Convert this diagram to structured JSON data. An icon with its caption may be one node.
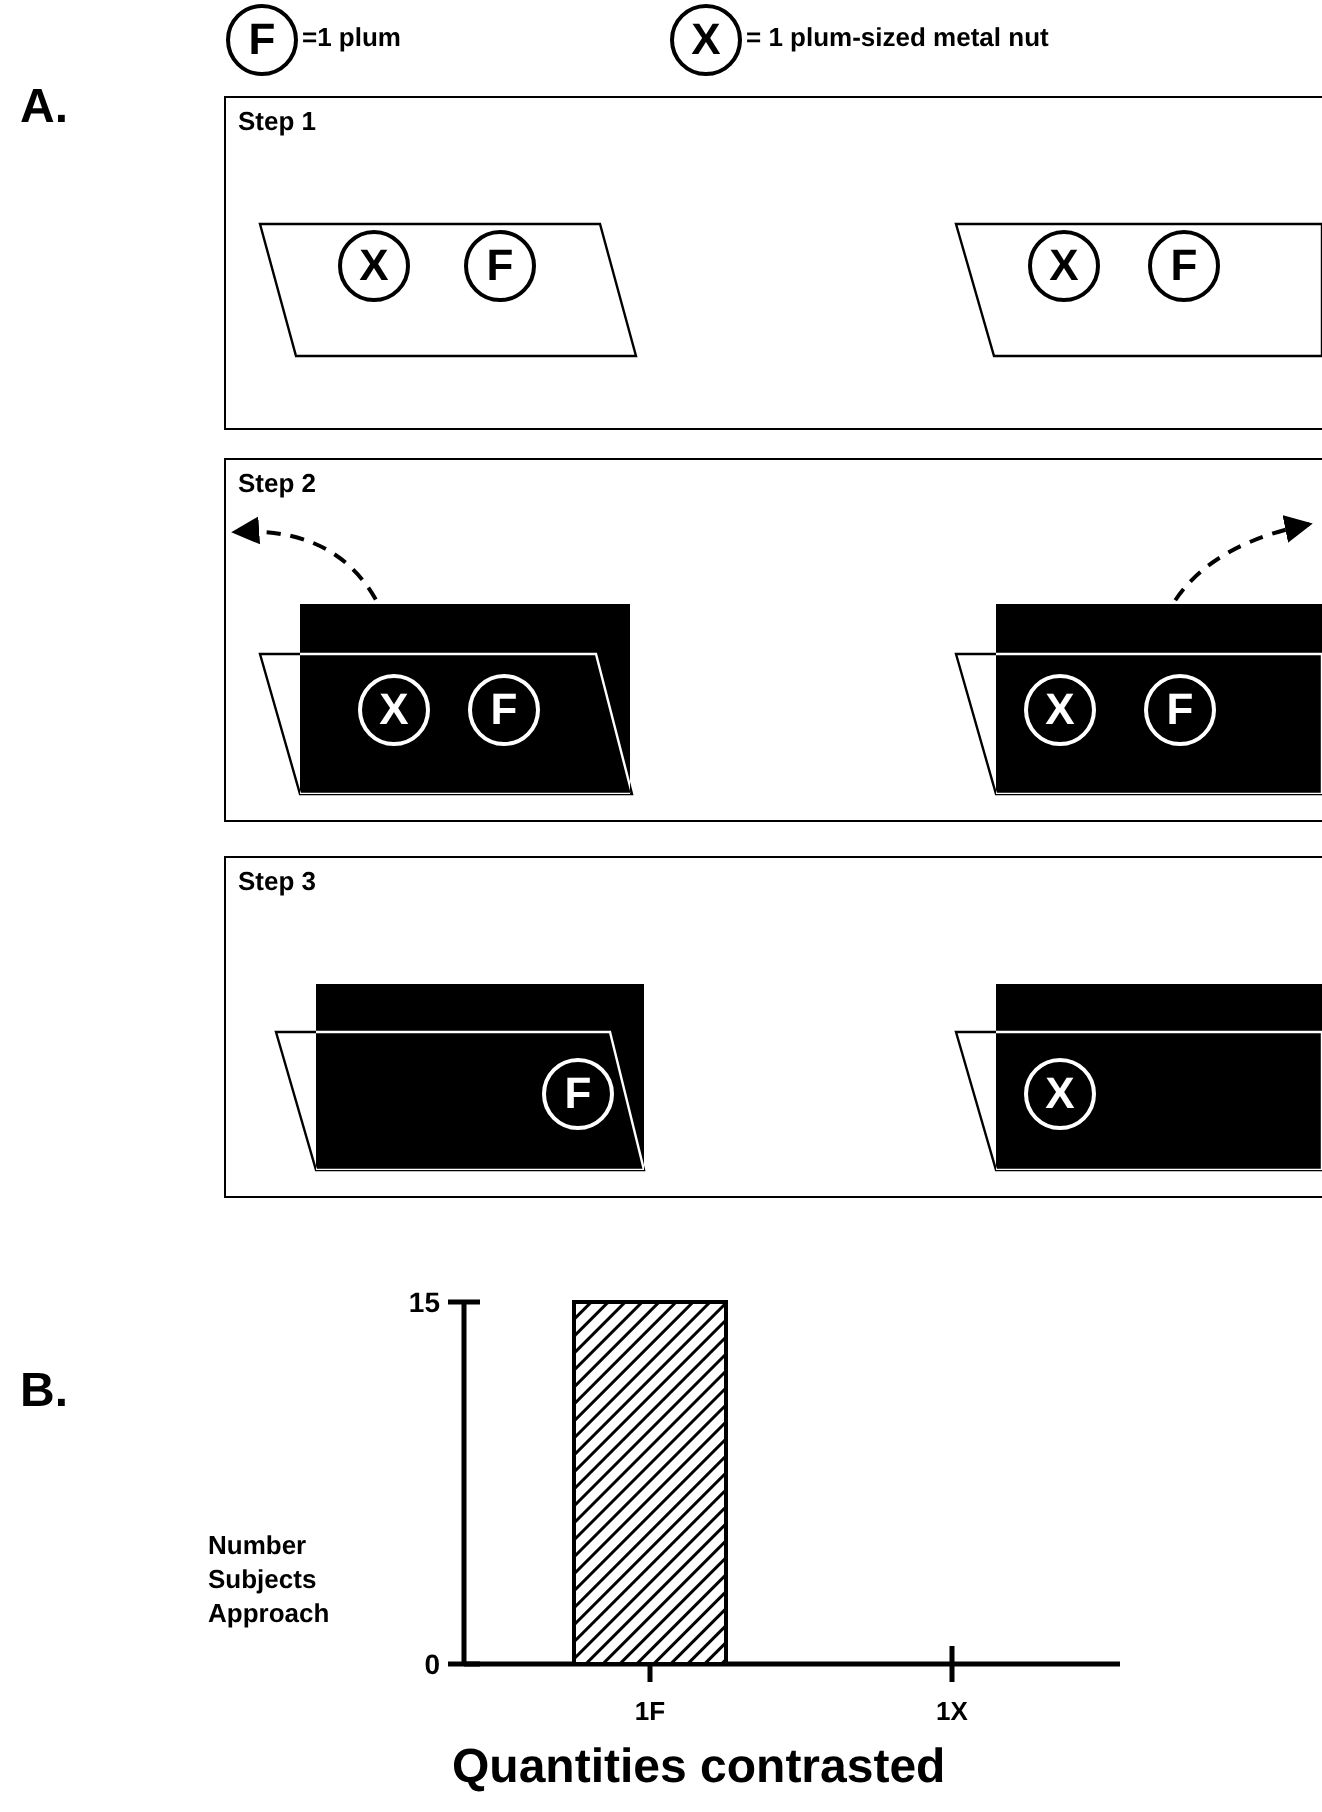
{
  "diagram": {
    "nodes": [
      {
        "text": [
          "F"
        ],
        "beside": [
          "=1 plum"
        ]
      },
      {
        "text": [
          "X"
        ],
        "beside": [
          "= 1 plum-sized metal nut"
        ]
      },
      {
        "text": [
          "Step 1"
        ]
      },
      {
        "text": [
          "X"
        ],
        "in": 2
      },
      {
        "text": [
          "F"
        ],
        "in": 2
      },
      {
        "text": [
          "X"
        ],
        "in": 2
      },
      {
        "text": [
          "F"
        ],
        "in": 2
      },
      {
        "text": [
          "Step 2"
        ]
      },
      {
        "text": [
          "X"
        ],
        "in": 7
      },
      {
        "text": [
          "F"
        ],
        "in": 7
      },
      {
        "text": [
          "X"
        ],
        "in": 7
      },
      {
        "text": [
          "F"
        ],
        "in": 7
      },
      {
        "text": [
          "Step 3"
        ]
      },
      {
        "text": [
          "F"
        ],
        "in": 12
      },
      {
        "text": [
          "X"
        ],
        "in": 12
      }
    ],
    "labels": [
      "A.",
      "B."
    ],
    "chart_data": {
      "type": "bar",
      "xlabel": "Quantities contrasted",
      "ylabel": "Number Subjects Approach",
      "categories": [
        "1F",
        "1X"
      ],
      "values": [
        15,
        0
      ],
      "ylim": [
        0,
        15
      ],
      "yticks": [
        0,
        15
      ]
    }
  }
}
